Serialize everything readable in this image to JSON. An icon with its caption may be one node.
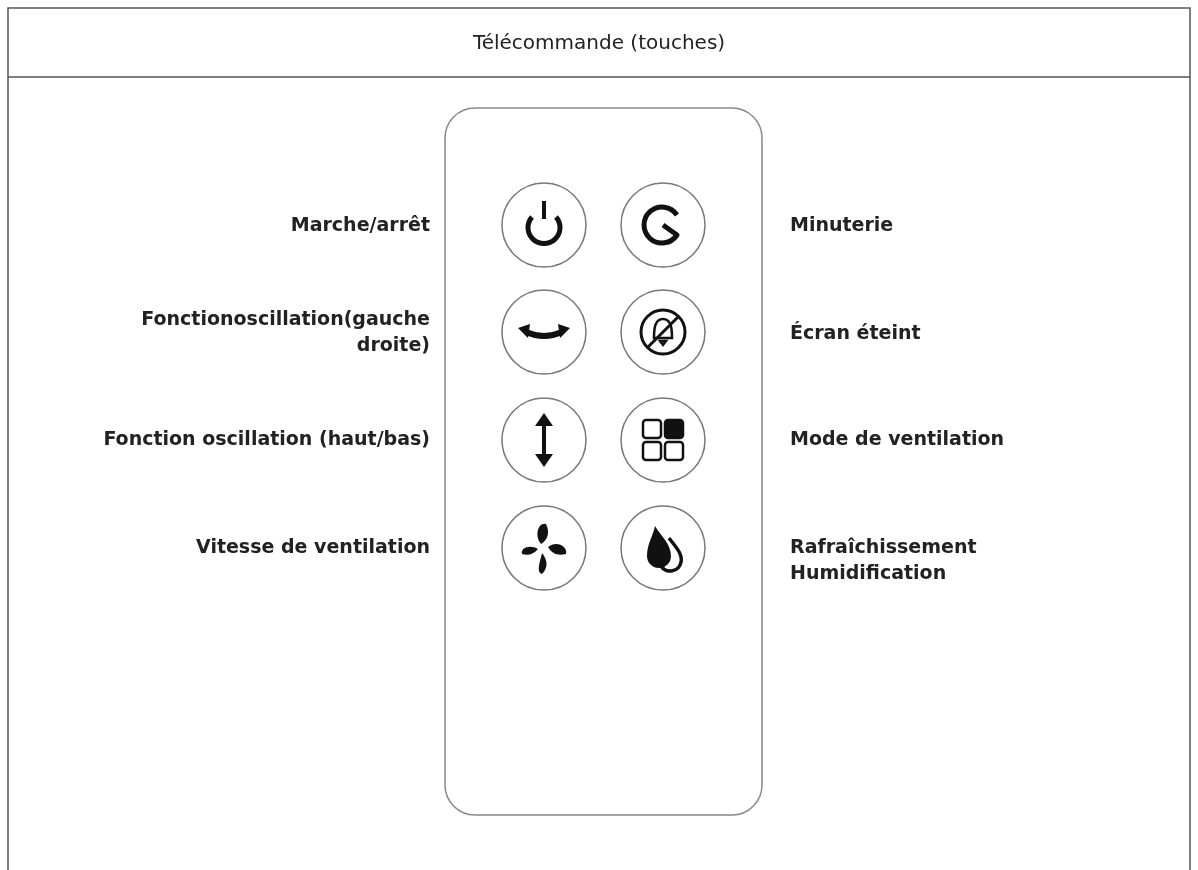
{
  "diagram": {
    "title": "Télécommande (touches)",
    "labels": [
      "Marche/arrêt",
      "Minuterie",
      "Fonctionoscillation(gauche droite)",
      "Écran éteint",
      "Fonction oscillation (haut/bas)",
      "Mode de ventilation",
      "Vitesse de ventilation",
      "Rafraîchissement",
      "Humidification"
    ]
  }
}
